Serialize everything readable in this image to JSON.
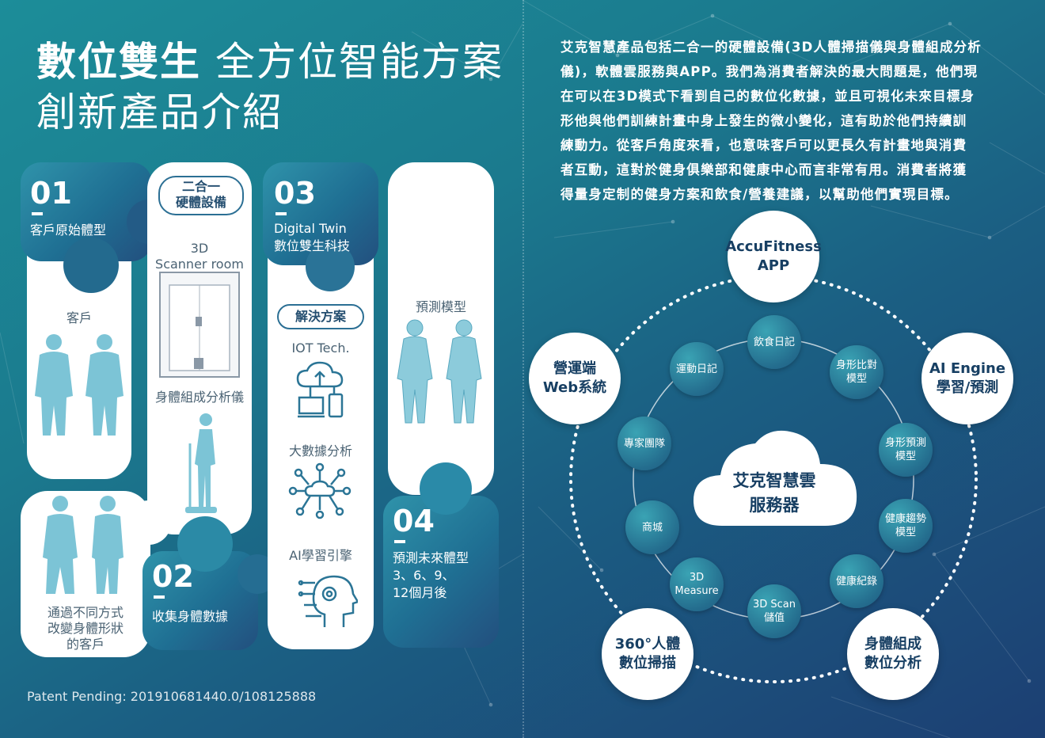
{
  "title": {
    "bold": "數位雙生",
    "light": "全方位智能方案",
    "line2": "創新產品介紹"
  },
  "patent": "Patent Pending: 201910681440.0/108125888",
  "paragraph": [
    "艾克智慧產品包括二合一的硬體設備(3D人體掃描儀與身體組成分析",
    "儀)，軟體雲服務與APP。我們為消費者解決的最大問題是，他們現",
    "在可以在3D模式下看到自己的數位化數據，並且可視化未來目標身",
    "形他與他們訓練計畫中身上發生的微小變化，這有助於他們持續訓",
    "練動力。從客戶角度來看，也意味客戶可以更長久有計畫地與消費",
    "者互動，這對於健身俱樂部和健康中心而言非常有用。消費者將獲",
    "得量身定制的健身方案和飲食/營養建議，以幫助他們實現目標。"
  ],
  "steps": {
    "s01": {
      "num": "01",
      "label": "客戶原始體型",
      "desc": "客戶"
    },
    "s01b": {
      "line1": "通過不同方式",
      "line2": "改變身體形狀",
      "line3": "的客戶"
    },
    "s02": {
      "pill1": "二合一",
      "pill2": "硬體設備",
      "scanner1": "3D",
      "scanner2": "Scanner room",
      "analyzer": "身體組成分析儀",
      "num": "02",
      "label": "收集身體數據"
    },
    "s03": {
      "num": "03",
      "label1": "Digital Twin",
      "label2": "數位雙生科技",
      "pill": "解決方案",
      "iot": "IOT Tech.",
      "bigdata": "大數據分析",
      "ai": "AI學習引擎"
    },
    "s04": {
      "model": "預測模型",
      "num": "04",
      "label1": "預測未來體型",
      "label2": "3、6、9、",
      "label3": "12個月後"
    }
  },
  "ecosystem": {
    "center": {
      "line1": "艾克智慧雲",
      "line2": "服務器"
    },
    "outer": [
      {
        "id": "app",
        "line1": "AccuFitness",
        "line2": "APP"
      },
      {
        "id": "ai",
        "line1": "AI Engine",
        "line2": "學習/預測"
      },
      {
        "id": "body",
        "line1": "身體組成",
        "line2": "數位分析"
      },
      {
        "id": "scan",
        "line1": "360°人體",
        "line2": "數位掃描"
      },
      {
        "id": "web",
        "line1": "營運端",
        "line2": "Web系統"
      }
    ],
    "inner": [
      {
        "id": "diet",
        "line1": "飲食日記",
        "line2": ""
      },
      {
        "id": "compare",
        "line1": "身形比對",
        "line2": "模型"
      },
      {
        "id": "predict",
        "line1": "身形預測",
        "line2": "模型"
      },
      {
        "id": "trend",
        "line1": "健康趨勢",
        "line2": "模型"
      },
      {
        "id": "record",
        "line1": "健康紀錄",
        "line2": ""
      },
      {
        "id": "value",
        "line1": "3D Scan",
        "line2": "儲值"
      },
      {
        "id": "measure",
        "line1": "3D",
        "line2": "Measure"
      },
      {
        "id": "shop",
        "line1": "商城",
        "line2": ""
      },
      {
        "id": "team",
        "line1": "專家團隊",
        "line2": ""
      },
      {
        "id": "sport",
        "line1": "運動日記",
        "line2": ""
      }
    ]
  },
  "colors": {
    "dark": "#1f5b82",
    "teal": "#2f93aa",
    "figure": "#7cc4d6",
    "navy": "#173f63"
  }
}
